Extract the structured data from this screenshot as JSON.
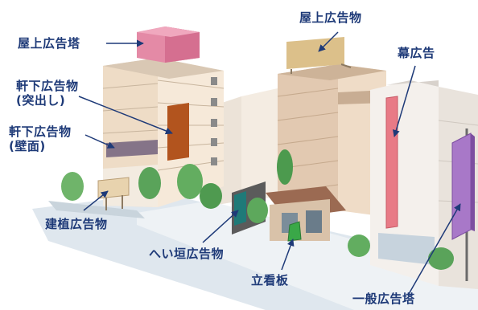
{
  "labels": {
    "rooftop_tower": "屋上広告塔",
    "rooftop_sign": "屋上広告物",
    "banner": "幕広告",
    "eave_projecting_1": "軒下広告物",
    "eave_projecting_2": "(突出し)",
    "eave_wall_1": "軒下広告物",
    "eave_wall_2": "(壁面)",
    "pole_sign": "建植広告物",
    "fence_sign": "へい垣広告物",
    "standing_sign": "立看板",
    "general_tower": "一般広告塔"
  },
  "colors": {
    "label_text": "#1e3a78",
    "leader_line": "#1e3a78",
    "rooftop_tower": "#e48aa6",
    "rooftop_sign": "#dcc08a",
    "banner": "#e87a86",
    "projecting_sign": "#b2541e",
    "wall_sign": "#857488",
    "general_tower": "#a878c8",
    "fence_sign": "#1f7a78",
    "standing_sign": "#3aa848"
  }
}
